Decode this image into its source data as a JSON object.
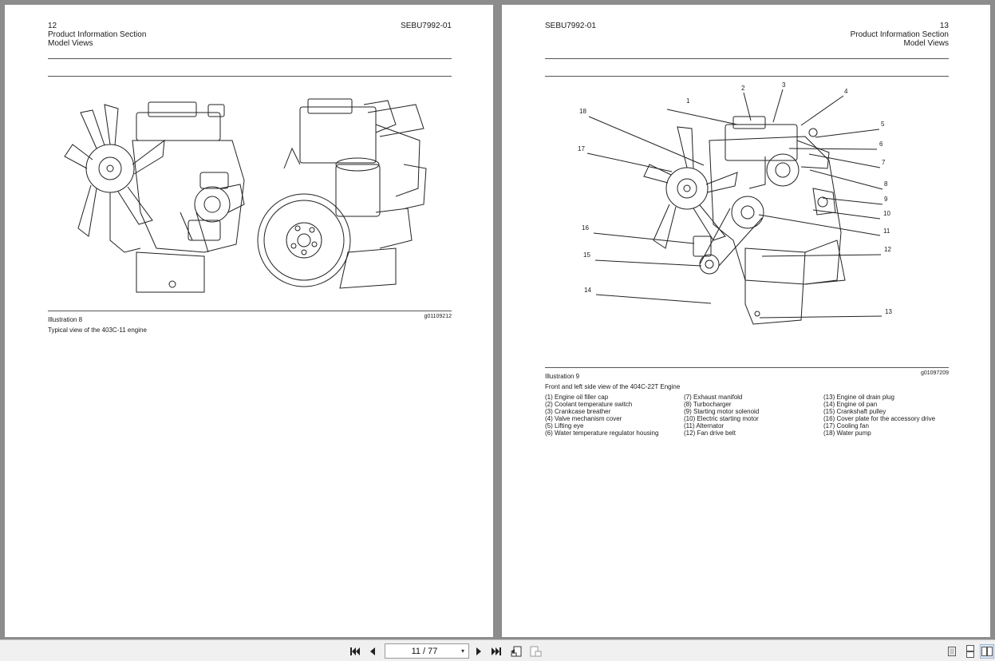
{
  "left_page": {
    "page_number": "12",
    "section": "Product Information Section",
    "subsection": "Model Views",
    "doc_id": "SEBU7992-01",
    "illustration_label": "Illustration 8",
    "illustration_code": "g01109212",
    "caption": "Typical view of the 403C-11 engine"
  },
  "right_page": {
    "page_number": "13",
    "section": "Product Information Section",
    "subsection": "Model Views",
    "doc_id": "SEBU7992-01",
    "illustration_label": "Illustration 9",
    "illustration_code": "g01097209",
    "caption": "Front and left side view of the 404C-22T Engine",
    "callouts": [
      "1",
      "2",
      "3",
      "4",
      "5",
      "6",
      "7",
      "8",
      "9",
      "10",
      "11",
      "12",
      "13",
      "14",
      "15",
      "16",
      "17",
      "18"
    ],
    "legend_col1": [
      "(1) Engine oil filler cap",
      "(2) Coolant temperature switch",
      "(3) Crankcase breather",
      "(4) Valve mechanism cover",
      "(5) Lifting eye",
      "(6) Water temperature regulator housing"
    ],
    "legend_col2": [
      "(7) Exhaust manifold",
      "(8) Turbocharger",
      "(9) Starting motor solenoid",
      "(10) Electric starting motor",
      "(11) Alternator",
      "(12) Fan drive belt"
    ],
    "legend_col3": [
      "(13) Engine oil drain plug",
      "(14) Engine oil pan",
      "(15) Crankshaft pulley",
      "(16) Cover plate for the accessory drive",
      "(17) Cooling fan",
      "(18) Water pump"
    ]
  },
  "toolbar": {
    "page_indicator": "11 / 77",
    "icons": [
      "first-page-icon",
      "previous-page-icon",
      "next-page-icon",
      "last-page-icon",
      "go-back-view-icon",
      "go-forward-view-icon",
      "single-page-view-icon",
      "continuous-view-icon",
      "two-page-view-icon"
    ]
  }
}
